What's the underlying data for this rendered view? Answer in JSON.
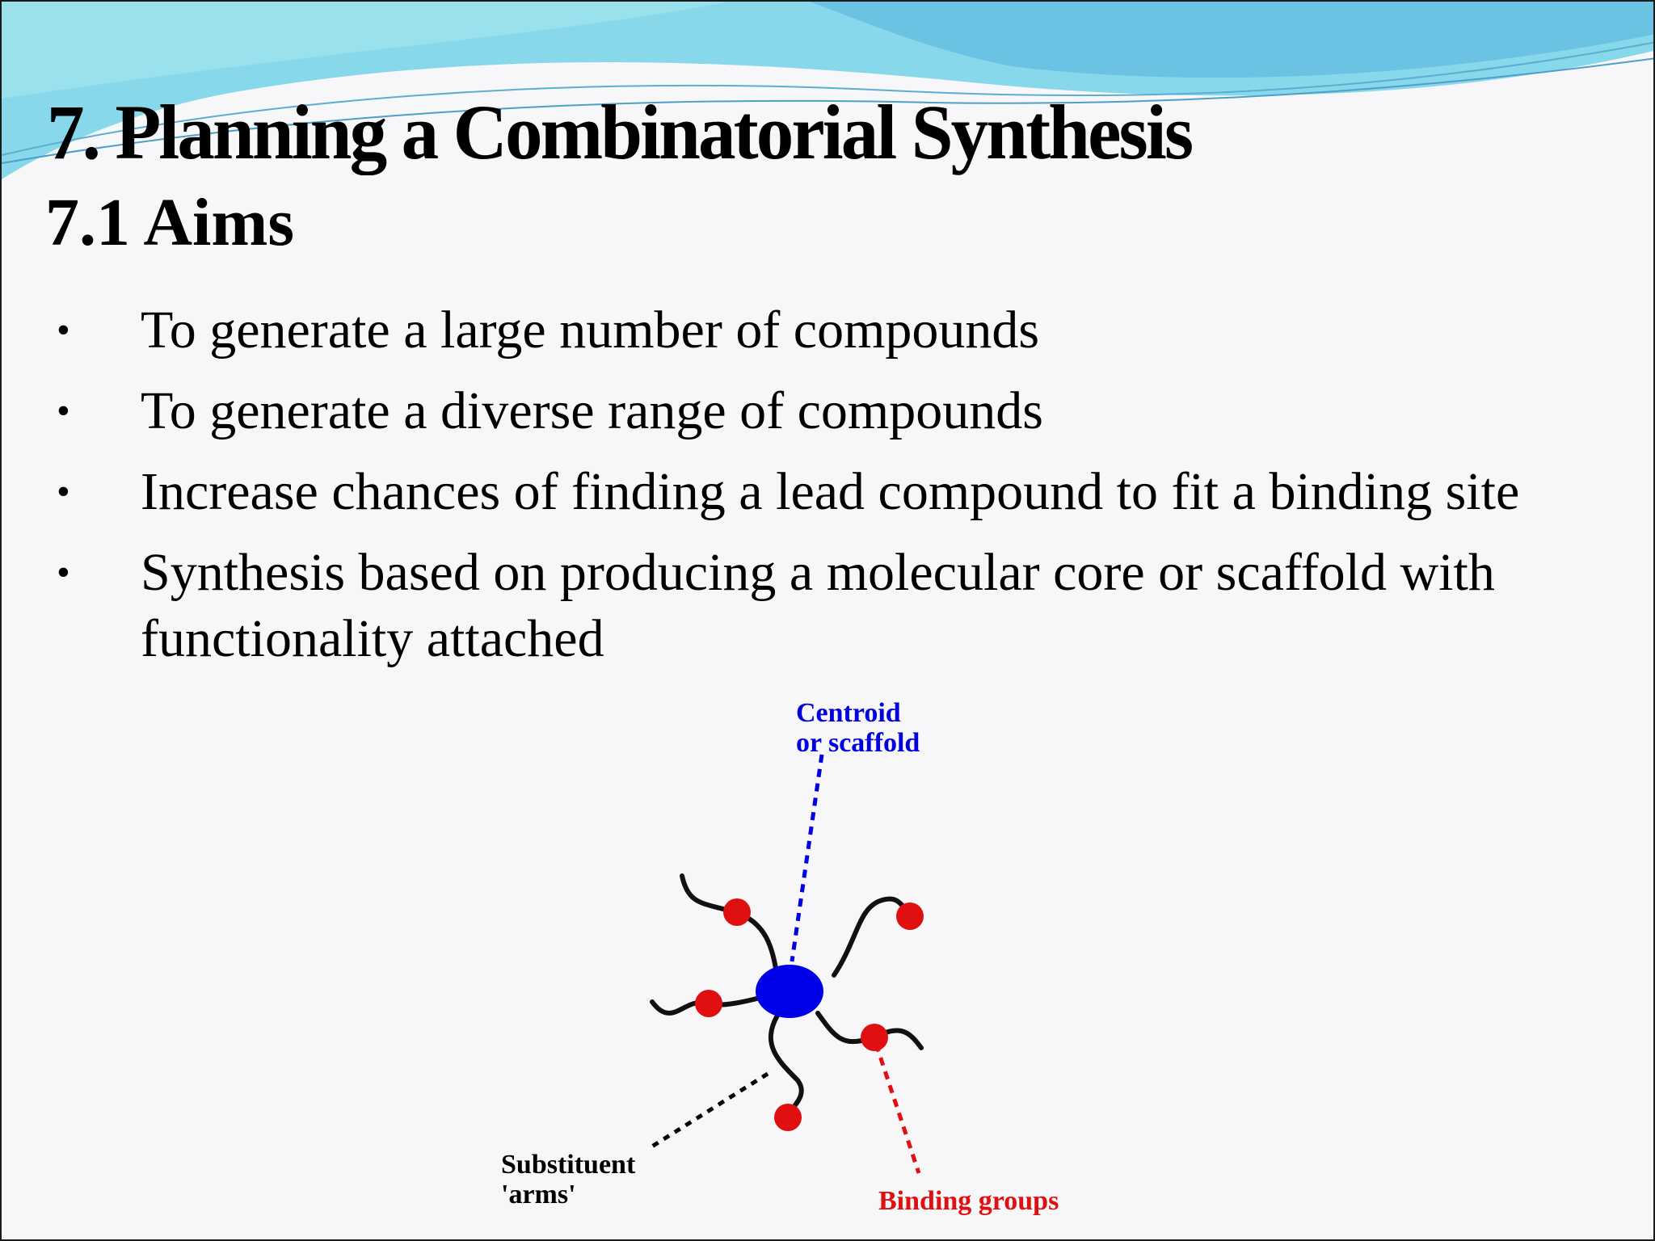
{
  "slide": {
    "title": "7. Planning a Combinatorial Synthesis",
    "subtitle": "7.1 Aims",
    "bullets": [
      "To generate a large number of compounds",
      "To generate a diverse range of compounds",
      "Increase chances of finding a lead compound to fit a binding site",
      "Synthesis based on producing a molecular core or scaffold with functionality attached"
    ],
    "bullet_symbol": "•"
  },
  "diagram": {
    "labels": {
      "centroid": "Centroid\nor scaffold",
      "arms": "Substituent\n'arms'",
      "binding": "Binding groups"
    },
    "colors": {
      "centroid": "#0000e0",
      "binding_groups": "#e01010",
      "arms": "#111111",
      "header_wave": "#7fd3e6"
    }
  }
}
